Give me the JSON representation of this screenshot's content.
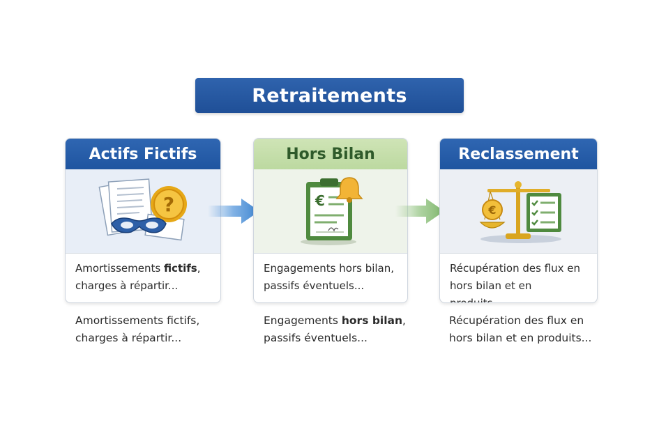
{
  "title": "Retraitements",
  "cards": [
    {
      "header": "Actifs Fictifs",
      "text_part1": "Amortissements ",
      "text_bold": "fictifs",
      "text_part2": ",",
      "text_line2": "charges à répartir...",
      "icon": "documents-coin-mask-icon",
      "below_line1_a": "Amortissements fictifs,",
      "below_line2": "charges à répartir..."
    },
    {
      "header": "Hors Bilan",
      "text_line1": "Engagements hors bilan,",
      "text_line2": "passifs éventuels...",
      "icon": "clipboard-euro-bell-icon",
      "below_part1": "Engagements ",
      "below_bold": "hors bilan",
      "below_part2": ",",
      "below_line2": "passifs éventuels..."
    },
    {
      "header": "Reclassement",
      "text_line1": "Récupération des flux en",
      "text_line2": "hors bilan et en produits...",
      "icon": "scale-coin-checklist-icon",
      "below_line1": "Récupération des flux en",
      "below_line2": "hors bilan et en produits..."
    }
  ],
  "colors": {
    "primary_blue": "#1f55a0",
    "header_green": "#bcd9a0",
    "arrow_blue": "#4a90d9",
    "arrow_green": "#8cc07a"
  }
}
